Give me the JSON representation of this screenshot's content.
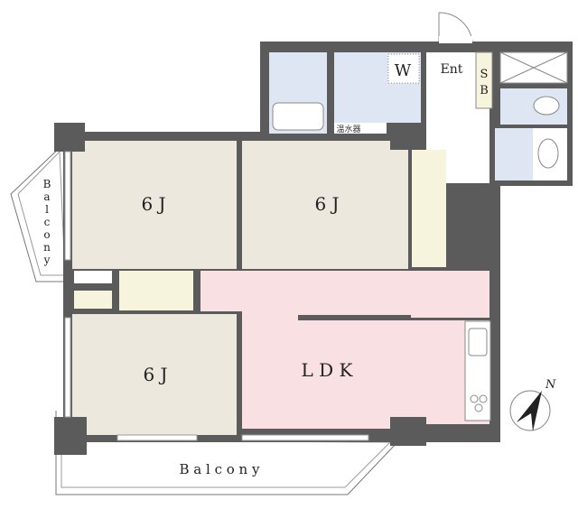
{
  "rooms": {
    "western_room_1": "6 J",
    "western_room_2": "6 J",
    "western_room_3": "6 J",
    "ldk": "L D K",
    "entrance": "Ent",
    "washroom": "W",
    "shoe_box_s": "S",
    "shoe_box_b": "B",
    "water_heater": "温水器"
  },
  "balcony": {
    "side": [
      "B",
      "a",
      "l",
      "c",
      "o",
      "n",
      "y"
    ],
    "bottom": "B a l c o n y"
  },
  "compass": {
    "label": "N"
  },
  "colors": {
    "wall": "#5b5b5b",
    "tatami": "#ece8de",
    "ldk": "#f9e0e3",
    "wet": "#dfe6f3",
    "closet": "#f6f4dc"
  }
}
